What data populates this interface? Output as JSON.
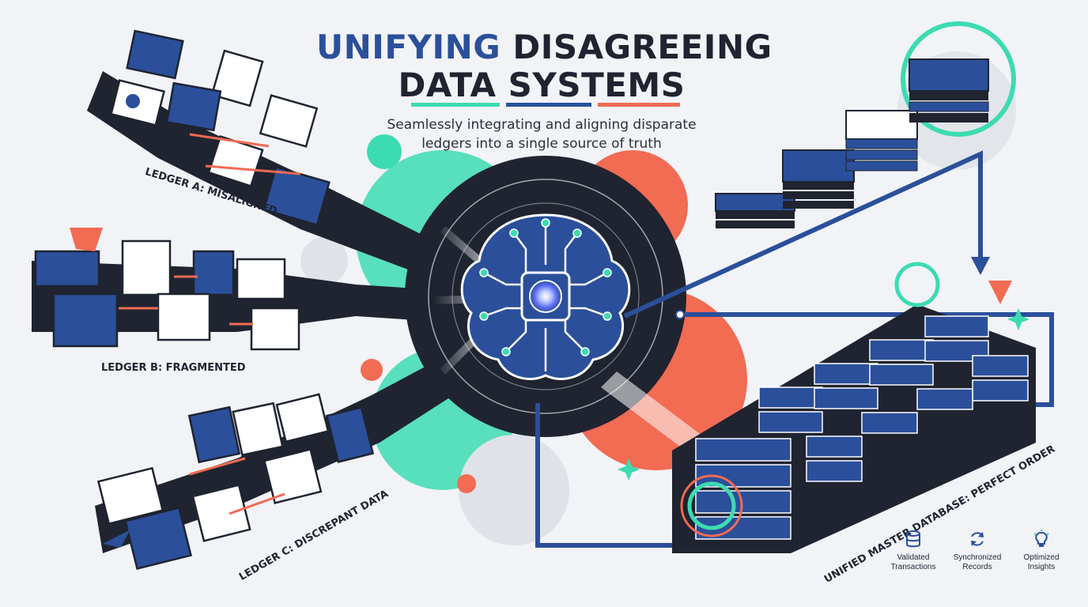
{
  "title": {
    "line1_accent": "UNIFYING",
    "line1_rest": " DISAGREEING",
    "line2": "DATA SYSTEMS"
  },
  "subtitle": {
    "line1": "Seamlessly integrating and aligning disparate",
    "line2": "ledgers into a single source of truth"
  },
  "ledgers": {
    "a": "LEDGER A: MISALIGNED",
    "b": "LEDGER B: FRAGMENTED",
    "c": "LEDGER C: DISCREPANT DATA"
  },
  "database_label": "UNIFIED MASTER DATABASE: PERFECT ORDER",
  "features": [
    {
      "icon": "database-icon",
      "line1": "Validated",
      "line2": "Transactions"
    },
    {
      "icon": "sync-icon",
      "line1": "Synchronized",
      "line2": "Records"
    },
    {
      "icon": "lightbulb-icon",
      "line1": "Optimized",
      "line2": "Insights"
    }
  ],
  "colors": {
    "navy": "#2b4f9a",
    "dark": "#1f2430",
    "teal": "#3ddbb1",
    "coral": "#f26b53",
    "background": "#f1f3f7"
  }
}
